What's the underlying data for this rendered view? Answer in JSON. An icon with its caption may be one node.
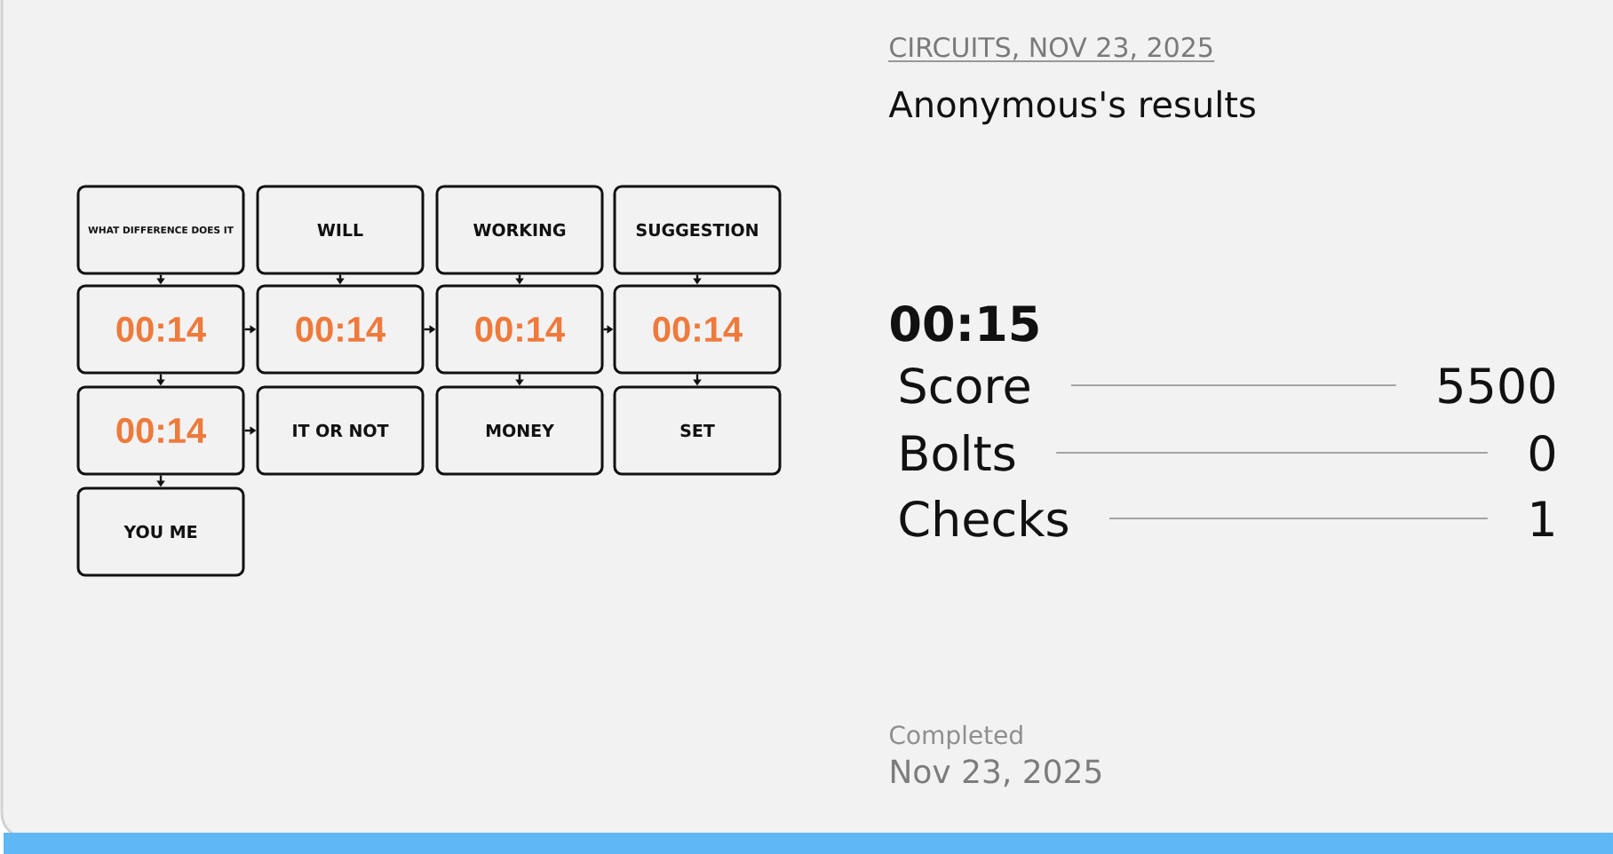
{
  "diagram": {
    "title": "Anonymous's results",
    "nodes": [
      {
        "text": [
          "WHAT DIFFERENCE DOES IT"
        ]
      },
      {
        "text": [
          "WILL"
        ]
      },
      {
        "text": [
          "WORKING"
        ]
      },
      {
        "text": [
          "SUGGESTION"
        ]
      },
      {
        "text": [
          "00:14"
        ]
      },
      {
        "text": [
          "00:14"
        ]
      },
      {
        "text": [
          "00:14"
        ]
      },
      {
        "text": [
          "00:14"
        ]
      },
      {
        "text": [
          "00:14"
        ]
      },
      {
        "text": [
          "IT OR NOT"
        ]
      },
      {
        "text": [
          "MONEY"
        ]
      },
      {
        "text": [
          "SET"
        ]
      },
      {
        "text": [
          "YOU ME"
        ]
      }
    ],
    "edges": [
      {
        "from": 0,
        "to": 4,
        "arrow": "to"
      },
      {
        "from": 1,
        "to": 5,
        "arrow": "to"
      },
      {
        "from": 2,
        "to": 6,
        "arrow": "to"
      },
      {
        "from": 3,
        "to": 7,
        "arrow": "to"
      },
      {
        "from": 4,
        "to": 5,
        "arrow": "to"
      },
      {
        "from": 5,
        "to": 6,
        "arrow": "to"
      },
      {
        "from": 6,
        "to": 7,
        "arrow": "to"
      },
      {
        "from": 4,
        "to": 8,
        "arrow": "to"
      },
      {
        "from": 6,
        "to": 10,
        "arrow": "to"
      },
      {
        "from": 7,
        "to": 11,
        "arrow": "to"
      },
      {
        "from": 8,
        "to": 9,
        "arrow": "to"
      },
      {
        "from": 8,
        "to": 12,
        "arrow": "to"
      }
    ],
    "labels": [
      "CIRCUITS, NOV 23, 2025",
      "00:15",
      "Score",
      "5500",
      "Bolts",
      "0",
      "Checks",
      "1",
      "Completed",
      "Nov 23, 2025"
    ]
  }
}
